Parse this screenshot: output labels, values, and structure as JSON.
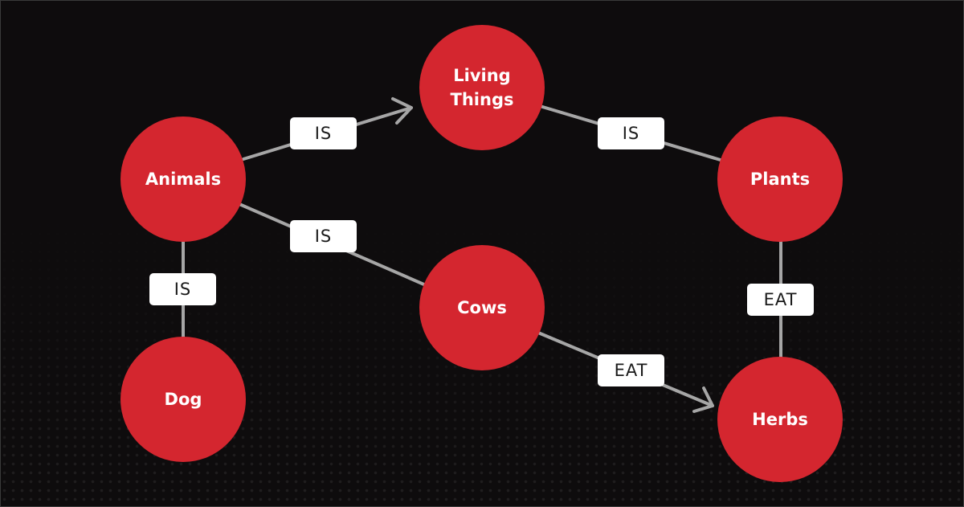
{
  "diagram": {
    "nodes": {
      "living_things": "Living\nThings",
      "animals": "Animals",
      "plants": "Plants",
      "cows": "Cows",
      "dog": "Dog",
      "herbs": "Herbs"
    },
    "edges": {
      "animals_living": "IS",
      "plants_living": "IS",
      "animals_cows": "IS",
      "dog_animals": "IS",
      "plants_herbs": "EAT",
      "cows_herbs": "EAT"
    }
  },
  "colors": {
    "node_fill": "#d4262f",
    "edge_line": "#a6a6a6",
    "label_bg": "#ffffff",
    "background": "#0e0c0d"
  }
}
